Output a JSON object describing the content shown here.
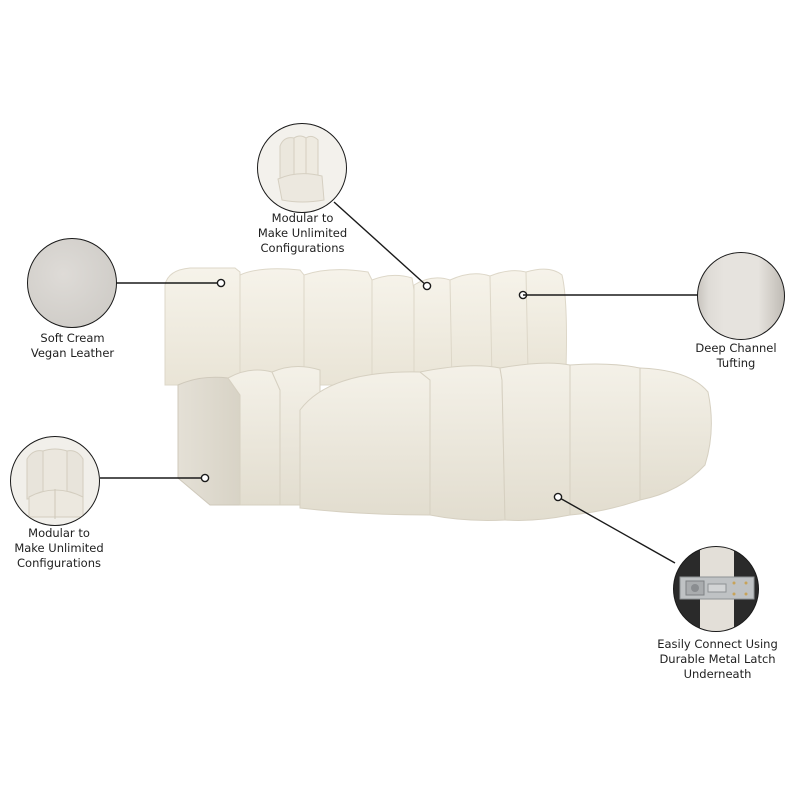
{
  "product": {
    "name": "Cream vegan leather modular channel-tufted sofa",
    "color": "#efeadd"
  },
  "callouts": [
    {
      "id": "material",
      "label": "Soft Cream\nVegan Leather",
      "icon": "leather-swatch"
    },
    {
      "id": "modular-top",
      "label": "Modular to\nMake Unlimited\nConfigurations",
      "icon": "armless-module"
    },
    {
      "id": "modular-left",
      "label": "Modular to\nMake Unlimited\nConfigurations",
      "icon": "corner-module"
    },
    {
      "id": "tufting",
      "label": "Deep Channel\nTufting",
      "icon": "tufting-closeup"
    },
    {
      "id": "latch",
      "label": "Easily Connect Using\nDurable Metal Latch\nUnderneath",
      "icon": "metal-latch"
    }
  ],
  "colors": {
    "line": "#1a1a1a",
    "leather": "#efeadd",
    "leather_shadow": "#d9d3c3",
    "swatch": "#d6d3cf",
    "latch_bg": "#2a2a2a",
    "latch_metal": "#bfc2c4"
  }
}
